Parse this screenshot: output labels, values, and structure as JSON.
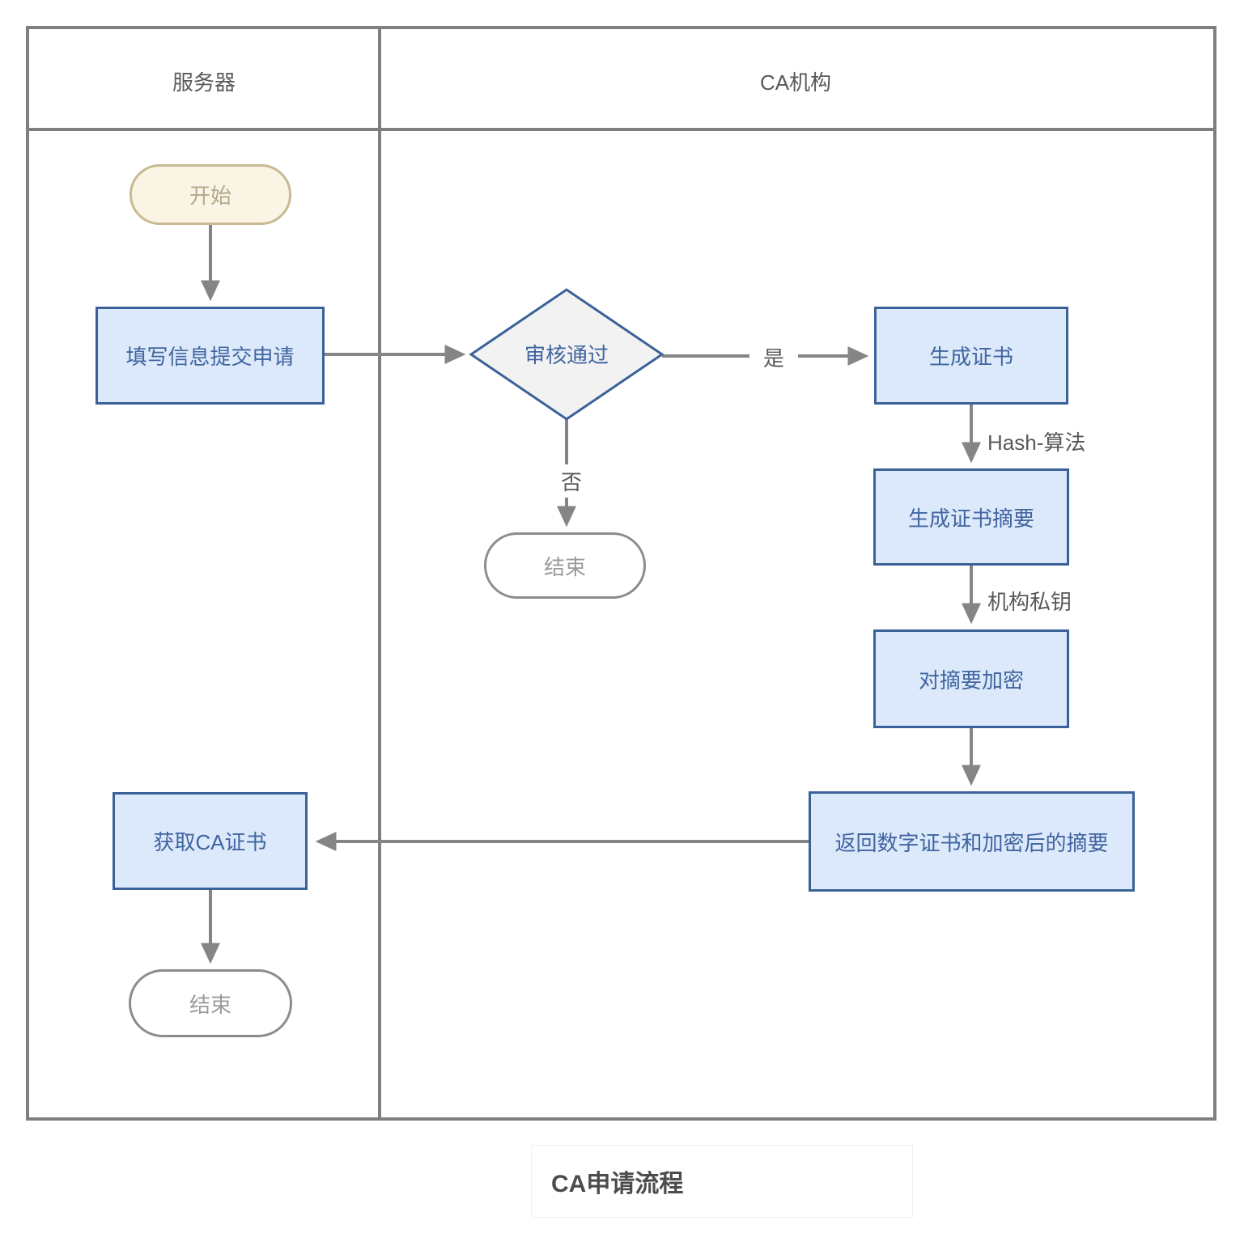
{
  "title": {
    "text": "CA申请流程"
  },
  "lanes": {
    "server": {
      "label": "服务器"
    },
    "ca": {
      "label": "CA机构"
    }
  },
  "nodes": {
    "start": {
      "type": "start",
      "lane": "server",
      "label": "开始"
    },
    "submit": {
      "type": "process",
      "lane": "server",
      "label": "填写信息提交申请"
    },
    "review": {
      "type": "decision",
      "lane": "ca",
      "label": "审核通过"
    },
    "gen_cert": {
      "type": "process",
      "lane": "ca",
      "label": "生成证书"
    },
    "gen_digest": {
      "type": "process",
      "lane": "ca",
      "label": "生成证书摘要"
    },
    "encrypt_digest": {
      "type": "process",
      "lane": "ca",
      "label": "对摘要加密"
    },
    "return_cert": {
      "type": "process",
      "lane": "ca",
      "label": "返回数字证书和加密后的摘要"
    },
    "get_ca_cert": {
      "type": "process",
      "lane": "server",
      "label": "获取CA证书"
    },
    "end_ca": {
      "type": "end",
      "lane": "ca",
      "label": "结束"
    },
    "end_server": {
      "type": "end",
      "lane": "server",
      "label": "结束"
    }
  },
  "edge_labels": {
    "yes": "是",
    "no": "否",
    "hash_algo": "Hash-算法",
    "org_private_key": "机构私钥"
  },
  "colors": {
    "process_fill": "#dce9fb",
    "process_border": "#3a6298",
    "process_text": "#41659f",
    "start_fill": "#faf4e5",
    "start_border": "#c8ba92",
    "start_text": "#b3a98c",
    "end_border": "#8c8c8c",
    "end_text": "#9b9b9b",
    "decision_fill": "#f2f2f2",
    "frame_gray": "#7f7f7f",
    "arrow_gray": "#858585",
    "label_gray": "#595959",
    "title_text": "#4c4c4c"
  }
}
